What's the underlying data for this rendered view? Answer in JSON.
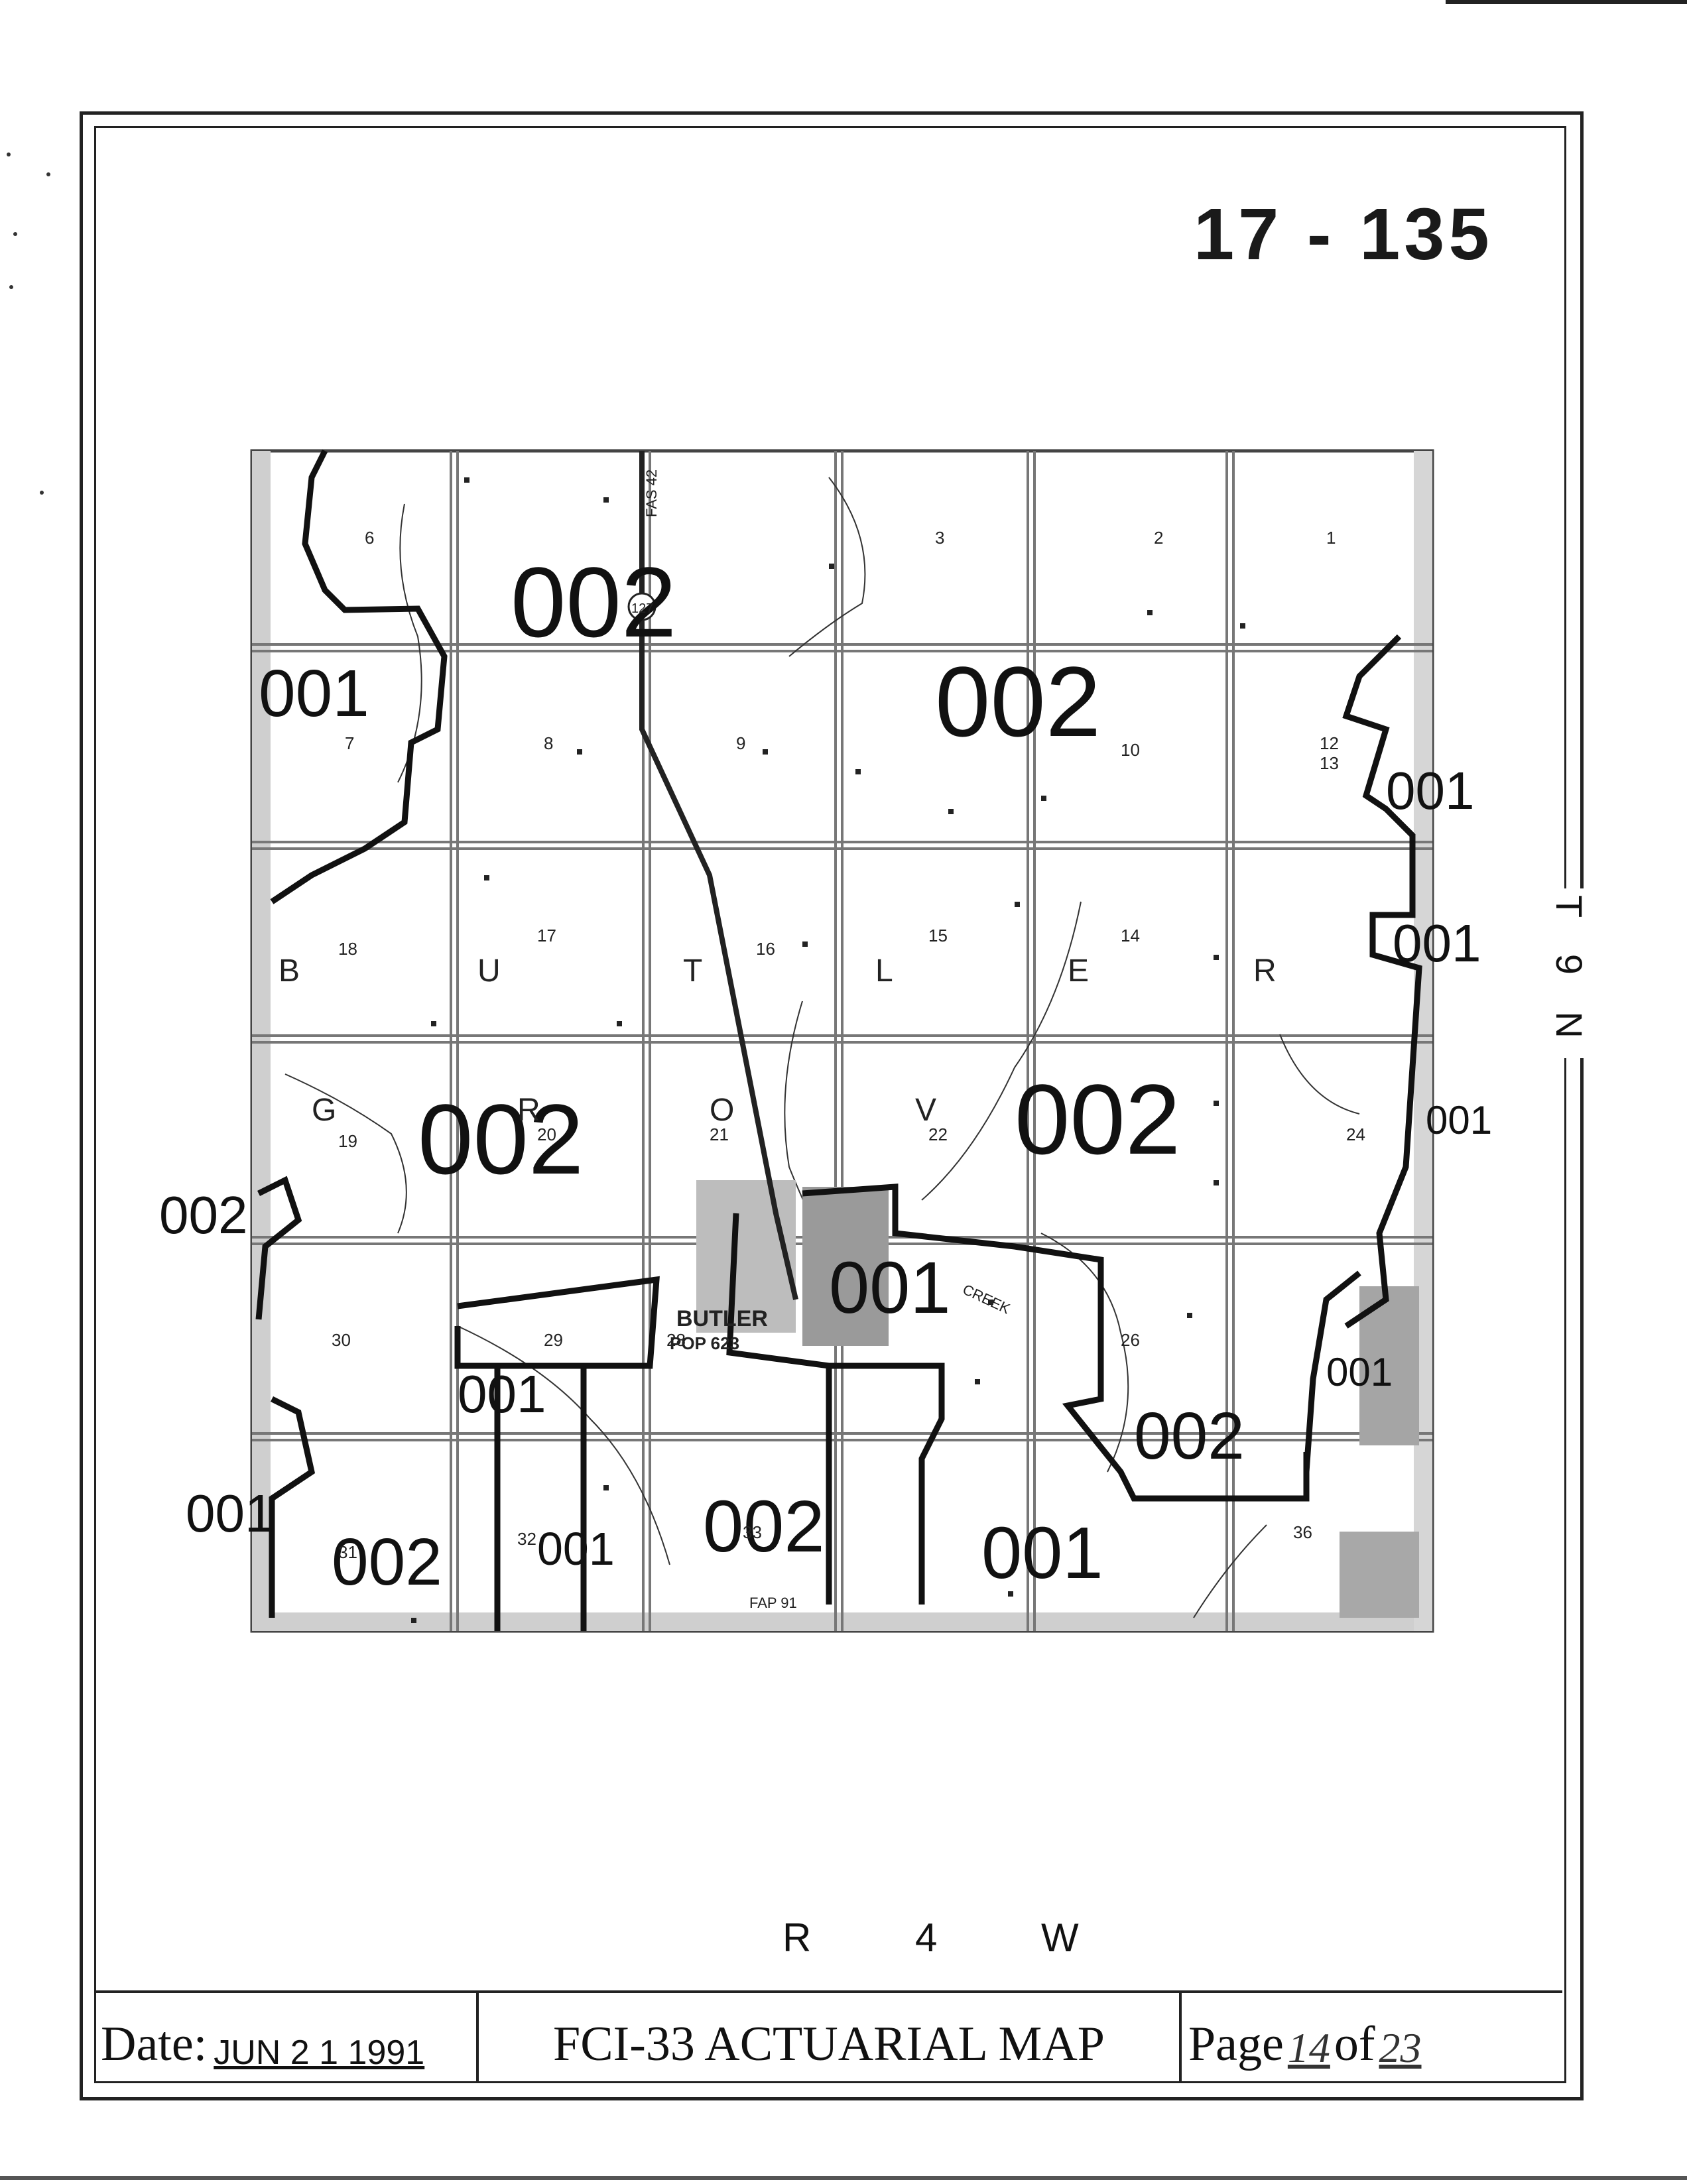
{
  "document": {
    "number": "17 - 135",
    "range_label": "R 4 W",
    "township_label": "T 9 N"
  },
  "footer": {
    "date_label": "Date:",
    "date_value": "JUN 2 1 1991",
    "title": "FCI-33 ACTUARIAL MAP",
    "page_label": "Page",
    "page_number": "14",
    "of_label": "of",
    "page_total": "23"
  },
  "map": {
    "township_letters": [
      "B",
      "U",
      "T",
      "L",
      "E",
      "R",
      "G",
      "R",
      "O",
      "V"
    ],
    "section_numbers": [
      "6",
      "3",
      "2",
      "1",
      "7",
      "8",
      "9",
      "12",
      "18",
      "17",
      "16",
      "15",
      "14",
      "19",
      "20",
      "21",
      "22",
      "24",
      "30",
      "29",
      "28",
      "26",
      "32",
      "33",
      "36",
      "31",
      "10",
      "13"
    ],
    "zone_labels": [
      "002",
      "002",
      "001",
      "002",
      "002",
      "001",
      "001",
      "001",
      "001",
      "002",
      "001",
      "002",
      "002",
      "001",
      "002",
      "001",
      "001",
      "001"
    ],
    "town_name": "BUTLER",
    "town_pop": "POP 623",
    "road_labels": [
      "FAP 91",
      "FAS 42",
      "127",
      "CREEK"
    ],
    "colors": {
      "ink": "#111111",
      "grid": "#777777",
      "shade": "#9a9a9a"
    }
  }
}
